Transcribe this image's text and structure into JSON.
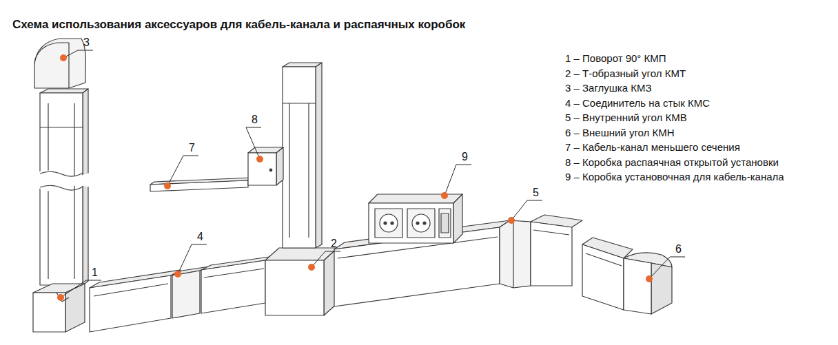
{
  "diagram": {
    "title": "Схема использования аксессуаров для кабель-канала и распаячных коробок",
    "labels": [
      "3",
      "8",
      "7",
      "9",
      "5",
      "4",
      "2",
      "1",
      "6",
      "1 – Поворот 90° КМП",
      "2 – Т-образный угол КМТ",
      "3 – Заглушка КМЗ",
      "4 – Соединитель на стык КМС",
      "5 – Внутренний угол КМВ",
      "6 – Внешний угол КМН",
      "7 – Кабель-канал меньшего сечения",
      "8 – Коробка распаячная открытой установки",
      "9 – Коробка установочная для кабель-канала"
    ]
  }
}
